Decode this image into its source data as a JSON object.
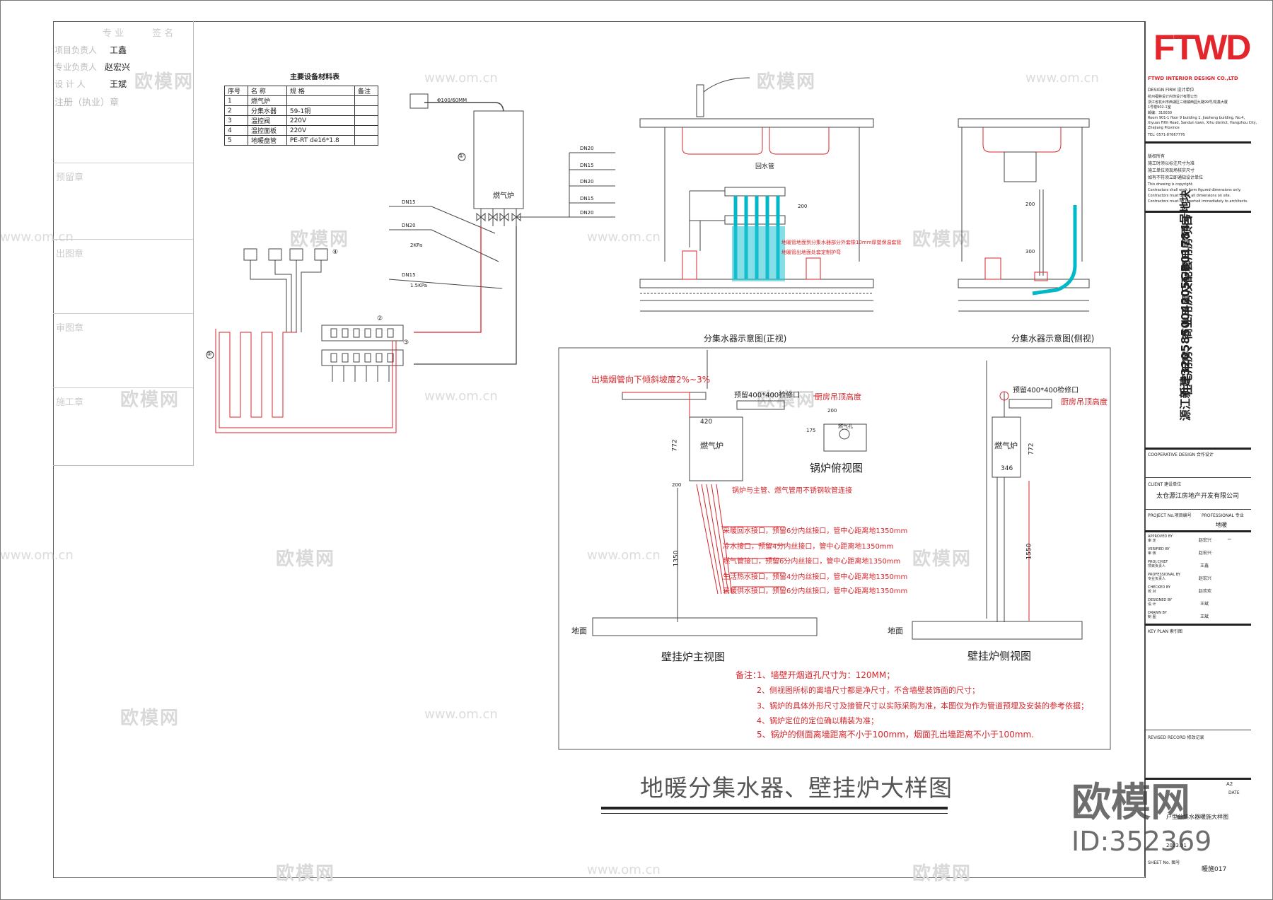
{
  "signature_block": {
    "header": [
      "专 业",
      "签 名"
    ],
    "rows": [
      {
        "role": "项目负责人",
        "name": "工鑫"
      },
      {
        "role": "专业负责人",
        "name": "赵宏兴"
      },
      {
        "role": "设 计 人",
        "name": "王斌"
      }
    ],
    "stamps": [
      "注册（执业）章",
      "预留章",
      "出图章",
      "审图章",
      "施工章"
    ]
  },
  "material_table": {
    "title": "主要设备材料表",
    "headers": [
      "序号",
      "名 称",
      "规 格",
      "备注"
    ],
    "rows": [
      {
        "no": "1",
        "name": "燃气炉",
        "spec": ""
      },
      {
        "no": "2",
        "name": "分集水器",
        "spec": "59-1铜"
      },
      {
        "no": "3",
        "name": "温控阀",
        "spec": "220V"
      },
      {
        "no": "4",
        "name": "温控面板",
        "spec": "220V"
      },
      {
        "no": "5",
        "name": "地暖盘管",
        "spec": "PE-RT de16*1.8"
      }
    ]
  },
  "system_diagram": {
    "flue_label": "Φ100/60MM",
    "boiler_label": "燃气炉",
    "right_labels": [
      "DN20",
      "DN15",
      "DN20",
      "DN15",
      "DN20"
    ],
    "left_labels": [
      "DN15",
      "DN20",
      "2KPa",
      "DN15",
      "1.5KPa"
    ],
    "markers": [
      "①",
      "②",
      "③",
      "④",
      "⑤"
    ]
  },
  "manifold_front": {
    "label": "回水管",
    "dim": "200",
    "note_line1": "地暖管地面到分集水器部分外套橡10mm厚塑保温套管",
    "note_line2": "地暖管出地面处套定制护弯",
    "caption": "分集水器示意图(正视)"
  },
  "manifold_side": {
    "dims": [
      "200",
      "300"
    ],
    "caption": "分集水器示意图(侧视)"
  },
  "boiler_front": {
    "slope_note": "出墙烟管向下倾斜坡度2%~3%",
    "opening_note": "预留400*400检修口",
    "ceiling_note": "厨房吊顶高度",
    "width": "420",
    "height": "772",
    "boiler_label": "燃气炉",
    "connect_note": "锅炉与主管、燃气管用不锈钢软管连接",
    "dim_200": "200",
    "dim_1350": "1350",
    "pipe_notes": [
      "采暖回水接口，预留6分内丝接口，管中心距离地1350mm",
      "冷水接口，预留4分内丝接口，管中心距离地1350mm",
      "燃气管接口，预留6分内丝接口，管中心距离地1350mm",
      "生活热水接口，预留4分内丝接口，管中心距离地1350mm",
      "采暖供水接口，预留6分内丝接口，管中心距离地1350mm"
    ],
    "floor_label": "地面",
    "caption": "壁挂炉主视图"
  },
  "boiler_top": {
    "caption": "锅炉俯视图",
    "dim_w": "200",
    "dim_h": "175",
    "label": "燃气孔"
  },
  "boiler_side": {
    "opening_note": "预留400*400检修口",
    "ceiling_note": "厨房吊顶高度",
    "boiler_label": "燃气炉",
    "depth": "346",
    "height": "772",
    "dim_1550": "1550",
    "floor_label": "地面",
    "caption": "壁挂炉侧视图"
  },
  "notes": {
    "prefix": "备注：",
    "items": [
      "1、墙壁开烟道孔尺寸为：120MM；",
      "2、侧视图所标的离墙尺寸都是净尺寸，不含墙壁装饰面的尺寸；",
      "3、锅炉的具体外形尺寸及接管尺寸以实际采购为准，本图仅为作为管道预埋及安装的参考依据；",
      "4、锅炉定位的定位确以精装为准；",
      "5、锅炉的侧面离墙距离不小于100mm，烟面孔出墙距离不小于100mm."
    ]
  },
  "drawing_title": "地暖分集水器、壁挂炉大样图",
  "title_block": {
    "logo": "FTWD",
    "company": "FTWD INTERIOR DESIGN CO.,LTD",
    "design_firm_label": "DESIGN FIRM  设计单位",
    "firm_lines": [
      "杭州福特设计内饰设计有限公司",
      "浙江省杭州市西湖区三墩镇西园九路99号/凯鑫大厦",
      "1号楼902-1室",
      "邮编：310030",
      "Room 901-1 floor 9 building 1, Jiaoheng building, No.4,",
      "Xiyuan Fifth Road, Sandun town, Xihu district, Hangzhou City,",
      "Zhejiang Province",
      "TEL: 0571-87667776"
    ],
    "copyright_lines": [
      "版权所有",
      "施工时须以标注尺寸为准",
      "施工单位须现场核实尺寸",
      "如有不符须立即通知设计单位",
      "This drawing is copyright.",
      "Contractors shall work form figured dimensions only.",
      "Contractors must check all dimensions on site.",
      "Contractors must be reported immediately to architects."
    ],
    "project_line1": "源江新建320585004205GB01784号地块",
    "project_line2": "住宅用房、商业用房及配套用房项目",
    "cooperative": "COOPERATIVE DESIGN  合作设计",
    "client_label": "CLIENT  建设单位",
    "client": "太仓源江房地产开发有限公司",
    "project_no_label": "PROJECT No.项目编号",
    "professional_label": "PROFESSIONAL  专业",
    "professional": "地暖",
    "approvals": [
      {
        "role": "APPROVED BY\n审 定",
        "name": "赵宏兴"
      },
      {
        "role": "VERIFIED BY\n审 核",
        "name": "赵宏兴"
      },
      {
        "role": "PROJ.CHIEF\n项目负责人",
        "name": "王鑫"
      },
      {
        "role": "PROFESSIONAL BY\n专业负责人",
        "name": "赵宏兴"
      },
      {
        "role": "CHECKED BY\n校 对",
        "name": "赵欢欢"
      },
      {
        "role": "DESIGNED BY\n设 计",
        "name": "王斌"
      },
      {
        "role": "DRAWN BY\n制 图",
        "name": "王斌"
      }
    ],
    "key_plan": "KEY PLAN  索引图",
    "revised": "REVISED RECORD  修改记录",
    "size": "A2",
    "date_label": "DATE",
    "sheet_label": "SHEET No.  图号",
    "sheet_no": "暖施017",
    "drawing_title_short": "户型分集水器暖施大样图",
    "date_value": "2023.01"
  },
  "watermark": {
    "site": "欧模网",
    "url": "www.om.cn",
    "brand_big": "欧模网",
    "id": "ID:352369"
  }
}
